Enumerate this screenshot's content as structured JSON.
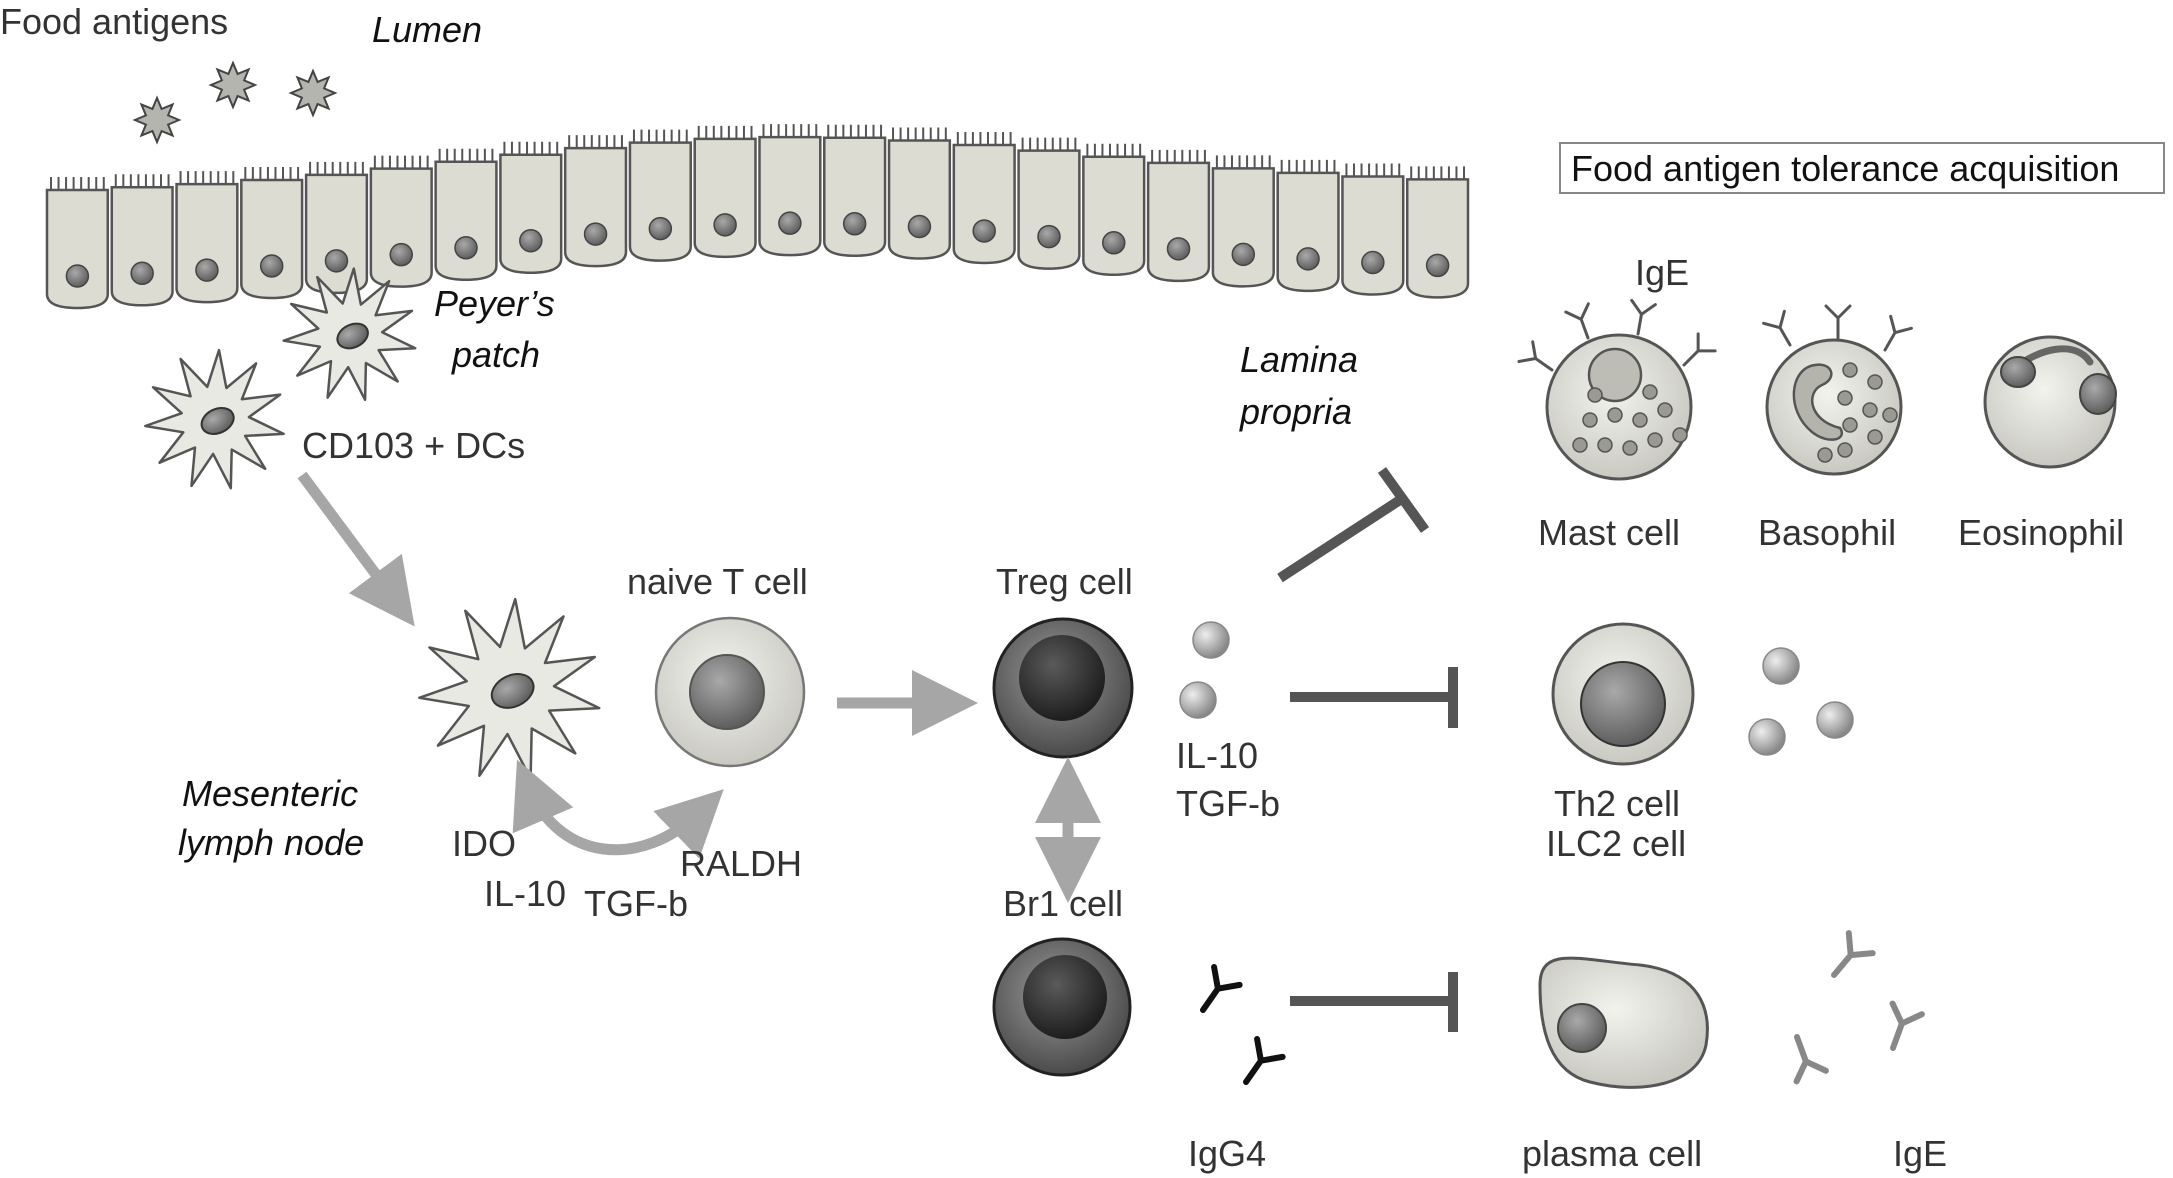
{
  "labels": {
    "food_antigens": "Food antigens",
    "lumen": "Lumen",
    "peyers_patch_1": "Peyer’s",
    "peyers_patch_2": "patch",
    "cd103_dcs": "CD103 + DCs",
    "lamina_propria_1": "Lamina",
    "lamina_propria_2": "propria",
    "tolerance_box": "Food antigen tolerance acquisition",
    "ige_top": "IgE",
    "mast_cell": "Mast cell",
    "basophil": "Basophil",
    "eosinophil": "Eosinophil",
    "naive_t_cell": "naive T cell",
    "treg_cell": "Treg cell",
    "il10_right": "IL-10",
    "tgfb_right": "TGF-b",
    "th2_cell": "Th2 cell",
    "ilc2_cell": "ILC2 cell",
    "mesenteric_1": "Mesenteric",
    "mesenteric_2": "lymph node",
    "ido": "IDO",
    "il10_left": "IL-10",
    "tgfb_left": "TGF-b",
    "raldh": "RALDH",
    "br1_cell": "Br1 cell",
    "igg4": "IgG4",
    "plasma_cell": "plasma cell",
    "ige_bottom": "IgE"
  },
  "colors": {
    "arrow_gray": "#a6a6a6",
    "inhibit_dark": "#555555",
    "text": "#333333",
    "epithelium_fill": "#dcdcd2"
  }
}
